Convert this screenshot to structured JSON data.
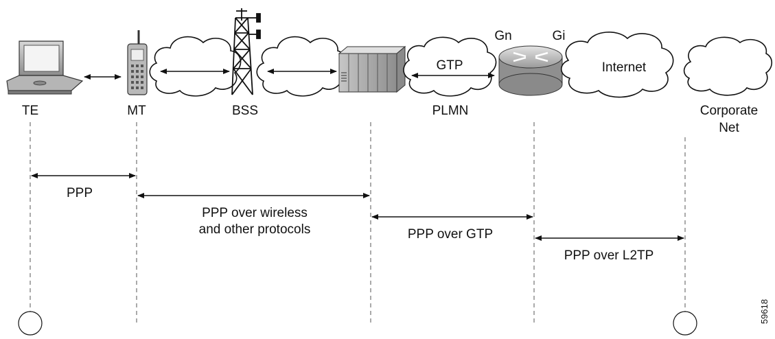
{
  "nodes": {
    "te": "TE",
    "mt": "MT",
    "bss": "BSS",
    "plmn": "PLMN",
    "corporate_line1": "Corporate",
    "corporate_line2": "Net"
  },
  "network_labels": {
    "gtp": "GTP",
    "gn": "Gn",
    "gi": "Gi",
    "internet": "Internet"
  },
  "segments": {
    "ppp": "PPP",
    "ppp_wireless_line1": "PPP over wireless",
    "ppp_wireless_line2": "and other protocols",
    "ppp_gtp": "PPP over GTP",
    "ppp_l2tp": "PPP over L2TP"
  },
  "figure_id": "59618"
}
